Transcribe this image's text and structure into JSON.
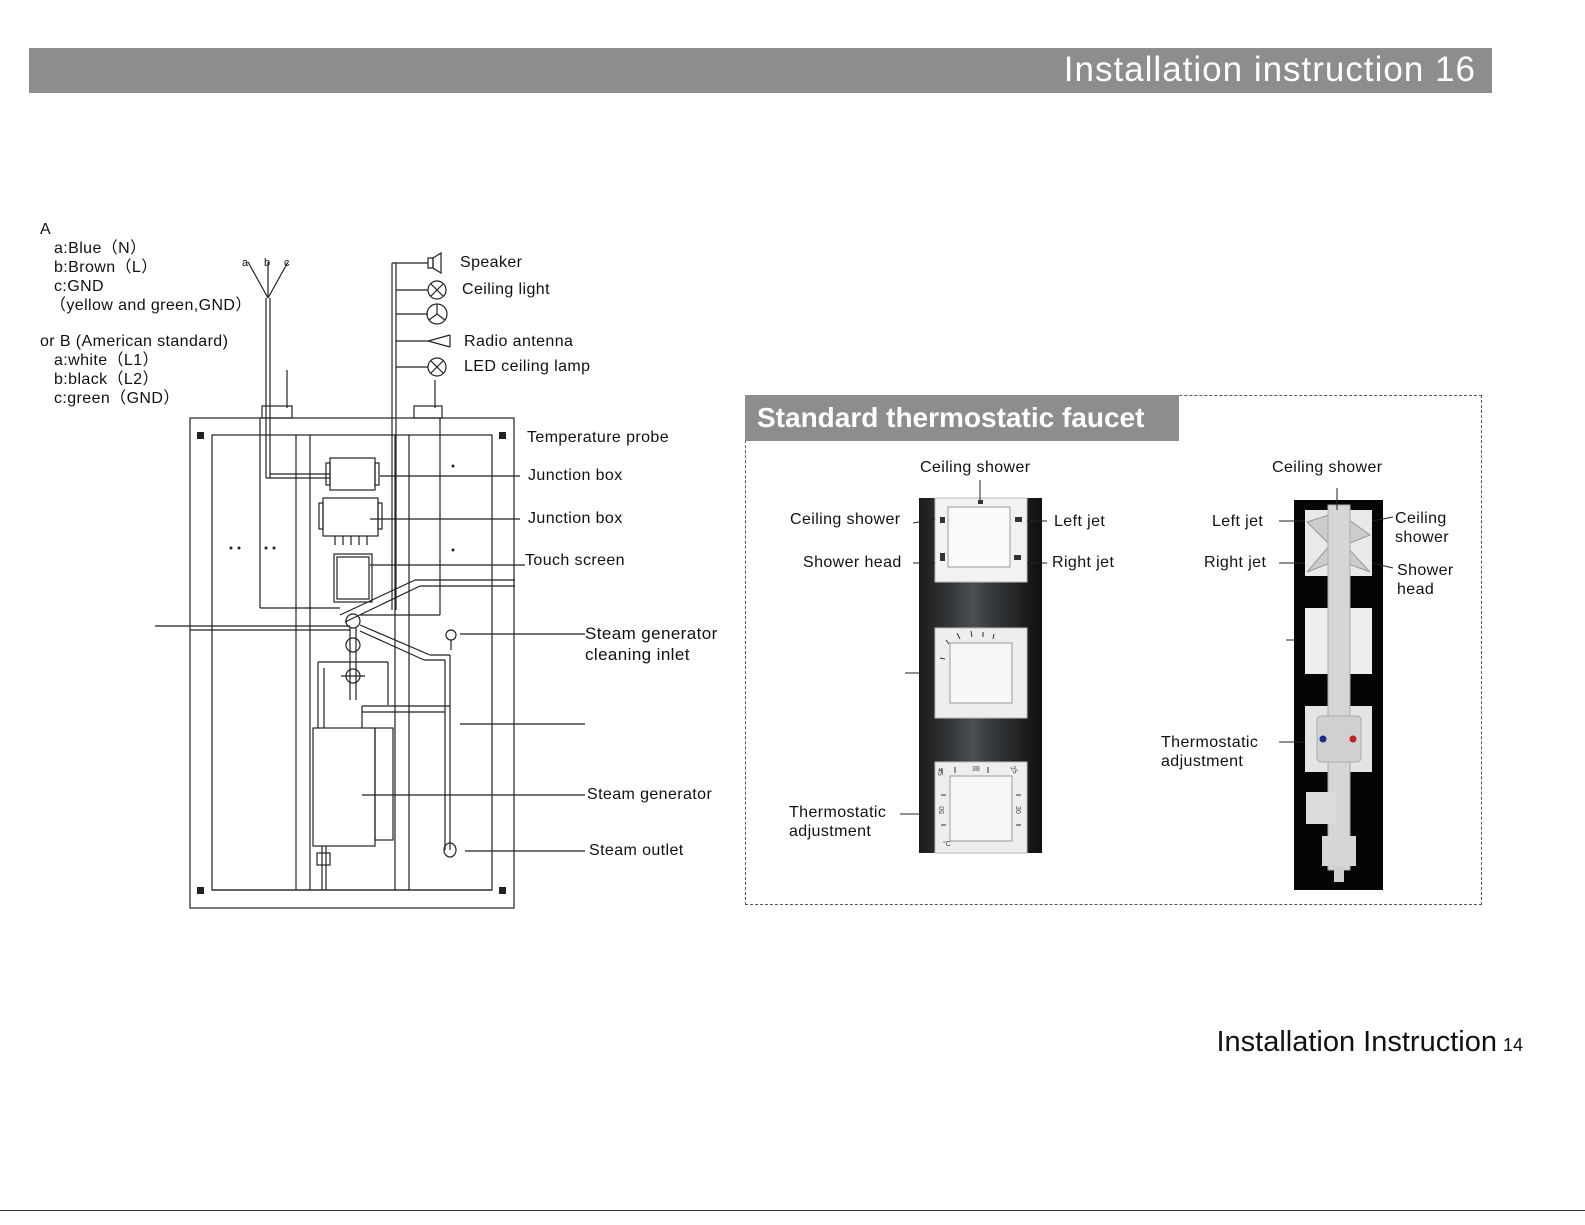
{
  "header": {
    "title": "Installation instruction 16"
  },
  "footer": {
    "title": "Installation Instruction",
    "page": "14"
  },
  "wiring": {
    "heading": "A",
    "option_a": [
      "a:Blue（N）",
      "b:Brown（L）",
      "c:GND",
      "（yellow and green,GND）"
    ],
    "option_b_title": "or B (American standard)",
    "option_b": [
      "a:white（L1）",
      "b:black（L2）",
      "c:green（GND）"
    ],
    "wire_letters": [
      "a",
      "b",
      "c"
    ]
  },
  "steam_room": {
    "labels": {
      "speaker": "Speaker",
      "ceiling_light": "Ceiling light",
      "radio_antenna": "Radio antenna",
      "led_ceiling_lamp": "LED ceiling lamp",
      "temperature_probe": "Temperature probe",
      "junction_box_1": "Junction box",
      "junction_box_2": "Junction box",
      "touch_screen": "Touch screen",
      "steam_cleaning_inlet_1": "Steam generator",
      "steam_cleaning_inlet_2": "cleaning inlet",
      "steam_generator": "Steam generator",
      "steam_outlet": "Steam outlet"
    }
  },
  "faucet_panel": {
    "title": "Standard thermostatic faucet",
    "left": {
      "top": "Ceiling shower",
      "ceiling_shower": "Ceiling shower",
      "shower_head": "Shower head",
      "left_jet": "Left jet",
      "right_jet": "Right jet",
      "thermostatic_1": "Thermostatic",
      "thermostatic_2": "adjustment",
      "dial_marks": [
        "45",
        "38",
        "25",
        "50",
        "30",
        "°C"
      ]
    },
    "right": {
      "top": "Ceiling shower",
      "left_jet": "Left jet",
      "right_jet": "Right jet",
      "ceiling_1": "Ceiling",
      "ceiling_2": "shower",
      "shower_1": "Shower",
      "shower_2": "head",
      "thermostatic_1": "Thermostatic",
      "thermostatic_2": "adjustment"
    }
  }
}
